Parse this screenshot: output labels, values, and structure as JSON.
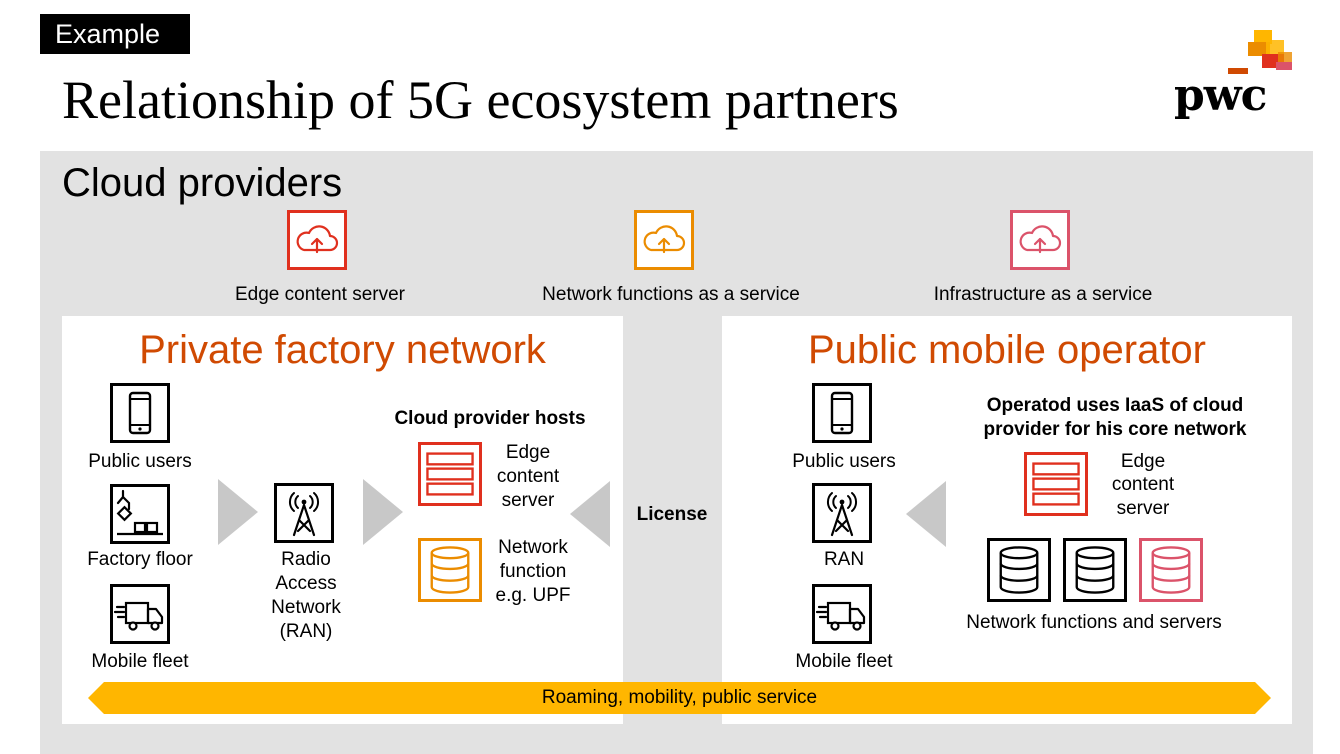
{
  "header": {
    "tag": "Example",
    "title": "Relationship of 5G ecosystem partners",
    "logo_text": "pwc"
  },
  "cloud": {
    "heading": "Cloud providers",
    "services": [
      {
        "label": "Edge content server",
        "icon": "cloud-upload-icon",
        "color": "#e0301e"
      },
      {
        "label": "Network functions as a service",
        "icon": "cloud-upload-icon",
        "color": "#eb8c00"
      },
      {
        "label": "Infrastructure as a service",
        "icon": "cloud-upload-icon",
        "color": "#db536a"
      }
    ]
  },
  "private": {
    "title": "Private factory network",
    "devices": [
      {
        "label": "Public users",
        "icon": "smartphone-icon"
      },
      {
        "label": "Factory floor",
        "icon": "robot-arm-icon"
      },
      {
        "label": "Mobile fleet",
        "icon": "truck-icon"
      }
    ],
    "ran": {
      "label_lines": [
        "Radio",
        "Access",
        "Network",
        "(RAN)"
      ],
      "icon": "antenna-tower-icon"
    },
    "hosts_heading": "Cloud provider hosts",
    "hosts": [
      {
        "label_lines": [
          "Edge",
          "content",
          "server"
        ],
        "icon": "server-rack-icon",
        "color": "#e0301e"
      },
      {
        "label_lines": [
          "Network",
          "function",
          "e.g. UPF"
        ],
        "icon": "database-icon",
        "color": "#eb8c00"
      }
    ]
  },
  "license_label": "License",
  "public": {
    "title": "Public mobile operator",
    "devices": [
      {
        "label": "Public users",
        "icon": "smartphone-icon"
      },
      {
        "label": "RAN",
        "icon": "antenna-tower-icon"
      },
      {
        "label": "Mobile fleet",
        "icon": "truck-icon"
      }
    ],
    "core_heading_lines": [
      "Operatod uses IaaS of cloud",
      "provider for his core network"
    ],
    "edge": {
      "label_lines": [
        "Edge",
        "content",
        "server"
      ],
      "icon": "server-rack-icon",
      "color": "#e0301e"
    },
    "functions_label": "Network functions and servers",
    "function_icons": [
      {
        "icon": "database-icon",
        "color": "#000000"
      },
      {
        "icon": "database-icon",
        "color": "#000000"
      },
      {
        "icon": "database-icon",
        "color": "#db536a"
      }
    ]
  },
  "roaming_label": "Roaming, mobility, public service",
  "colors": {
    "accent_orange": "#d04a02",
    "panel_gray": "#e2e2e2",
    "arrow_gray": "#c8c8c8",
    "roaming_yellow": "#ffb600"
  }
}
